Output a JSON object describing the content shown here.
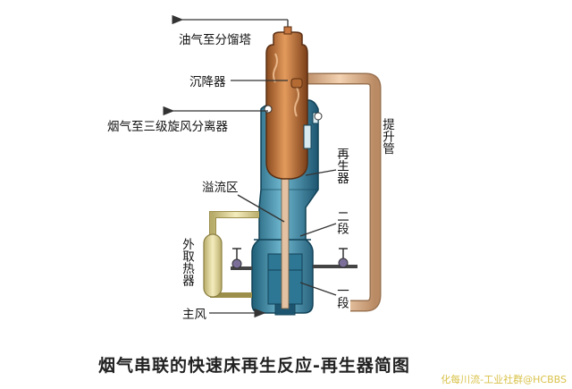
{
  "labels": {
    "oil_gas_to_fractionator": "油气至分馏塔",
    "settler": "沉降器",
    "flue_gas_to_third_stage_cyclone": "烟气至三级旋风分离器",
    "overflow_zone": "溢流区",
    "main_air": "主风",
    "riser": "提升管",
    "regenerator": "再生器",
    "second_stage": "二段",
    "first_stage": "一段",
    "external_heat_remover": "外取热器"
  },
  "caption": "烟气串联的快速床再生反应-再生器简图",
  "watermark": "化每川流-工业社群@HCBBS",
  "colors": {
    "settler": "#c9783f",
    "regenerator": "#3f8fad",
    "riser": "#e0b48c",
    "external_heater": "#e8dc9c",
    "arrow": "#333333"
  }
}
